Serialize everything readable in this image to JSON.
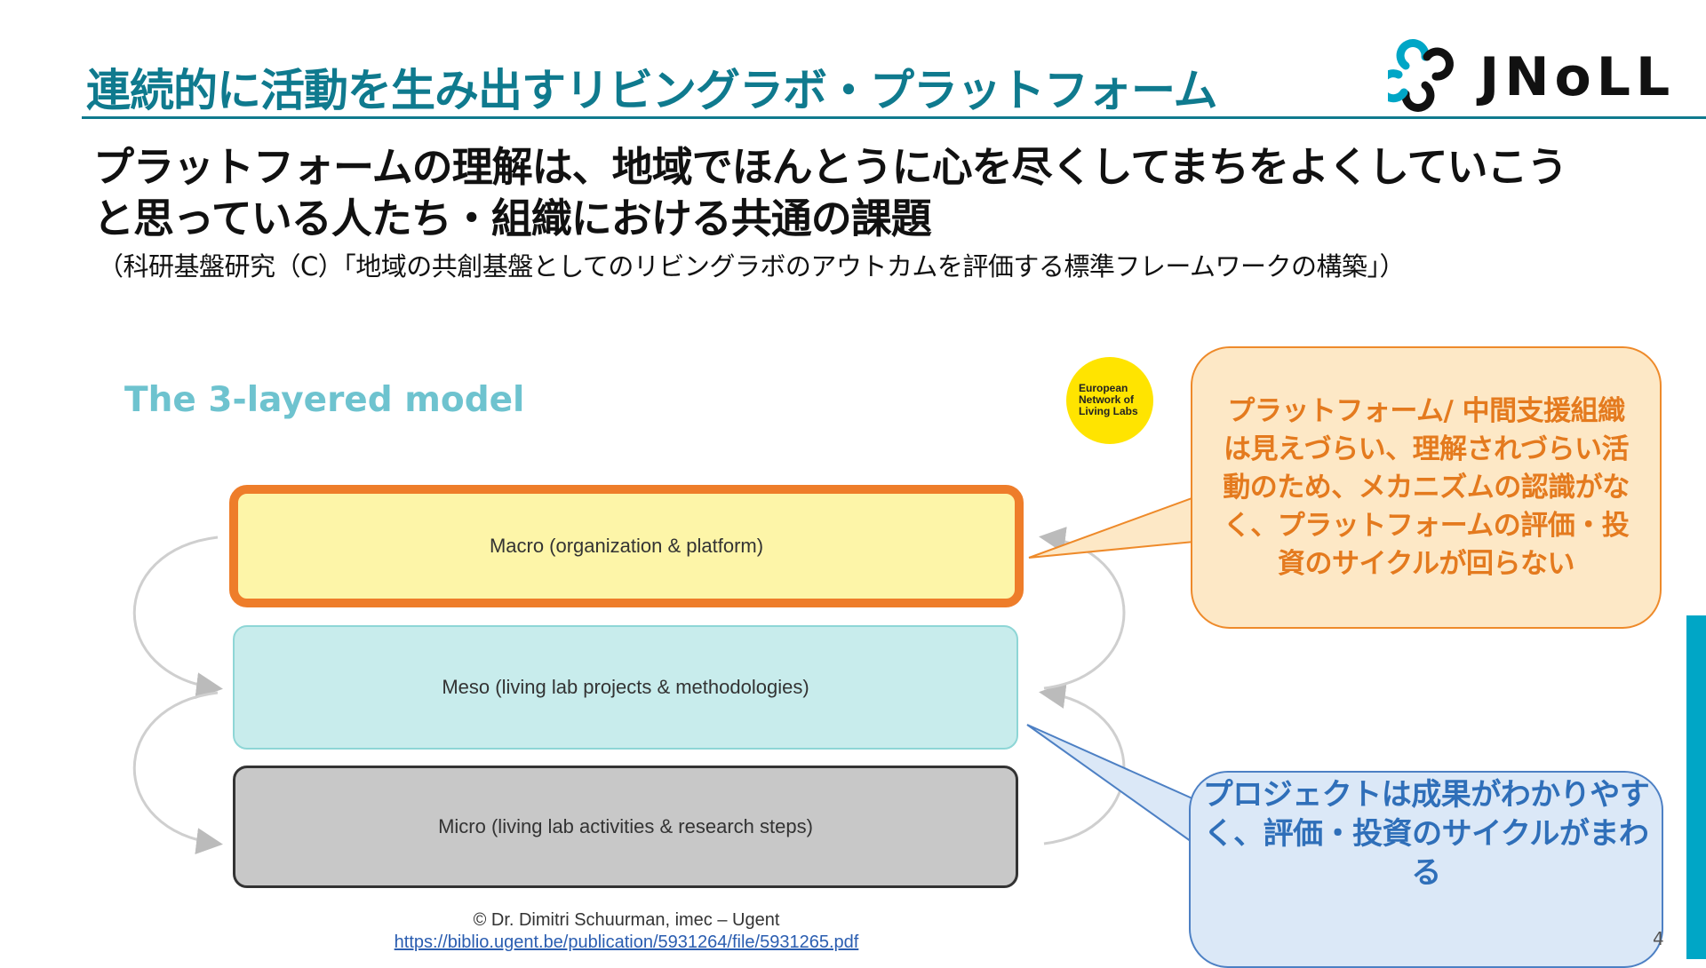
{
  "header": {
    "title": "連続的に活動を生み出すリビングラボ・プラットフォーム",
    "logo_text": "JNoLL"
  },
  "subtitle": {
    "line1": "プラットフォームの理解は、地域でほんとうに心を尽くしてまちをよくしていこう",
    "line2": "と思っている人たち・組織における共通の課題",
    "citation": "（科研基盤研究（C）「地域の共創基盤としてのリビングラボのアウトカムを評価する標準フレームワークの構築」）"
  },
  "figure": {
    "title": "The 3-layered model",
    "badge_text": "European Network of Living Labs",
    "layers": [
      {
        "label": "Macro (organization & platform)"
      },
      {
        "label": "Meso (living lab projects & methodologies)"
      },
      {
        "label": "Micro (living lab activities & research steps)"
      }
    ],
    "copyright": "© Dr. Dimitri Schuurman, imec – Ugent",
    "source_url": "https://biblio.ugent.be/publication/5931264/file/5931265.pdf"
  },
  "callouts": {
    "platform": "プラットフォーム/ 中間支援組織は見えづらい、理解されづらい活動のため、メカニズムの認識がなく、プラットフォームの評価・投資のサイクルが回らない",
    "project": "プロジェクトは成果がわかりやすく、評価・投資のサイクルがまわる"
  },
  "page_number": "4",
  "colors": {
    "title_teal": "#0f7a8e",
    "macro_border": "#ee7d2a",
    "macro_fill": "#fdf5a8",
    "meso_fill": "#c8ecec",
    "micro_fill": "#c8c8c8",
    "callout_orange_text": "#e47a1e",
    "callout_blue_text": "#2f6fb9",
    "accent_bar": "#00a6c6"
  }
}
